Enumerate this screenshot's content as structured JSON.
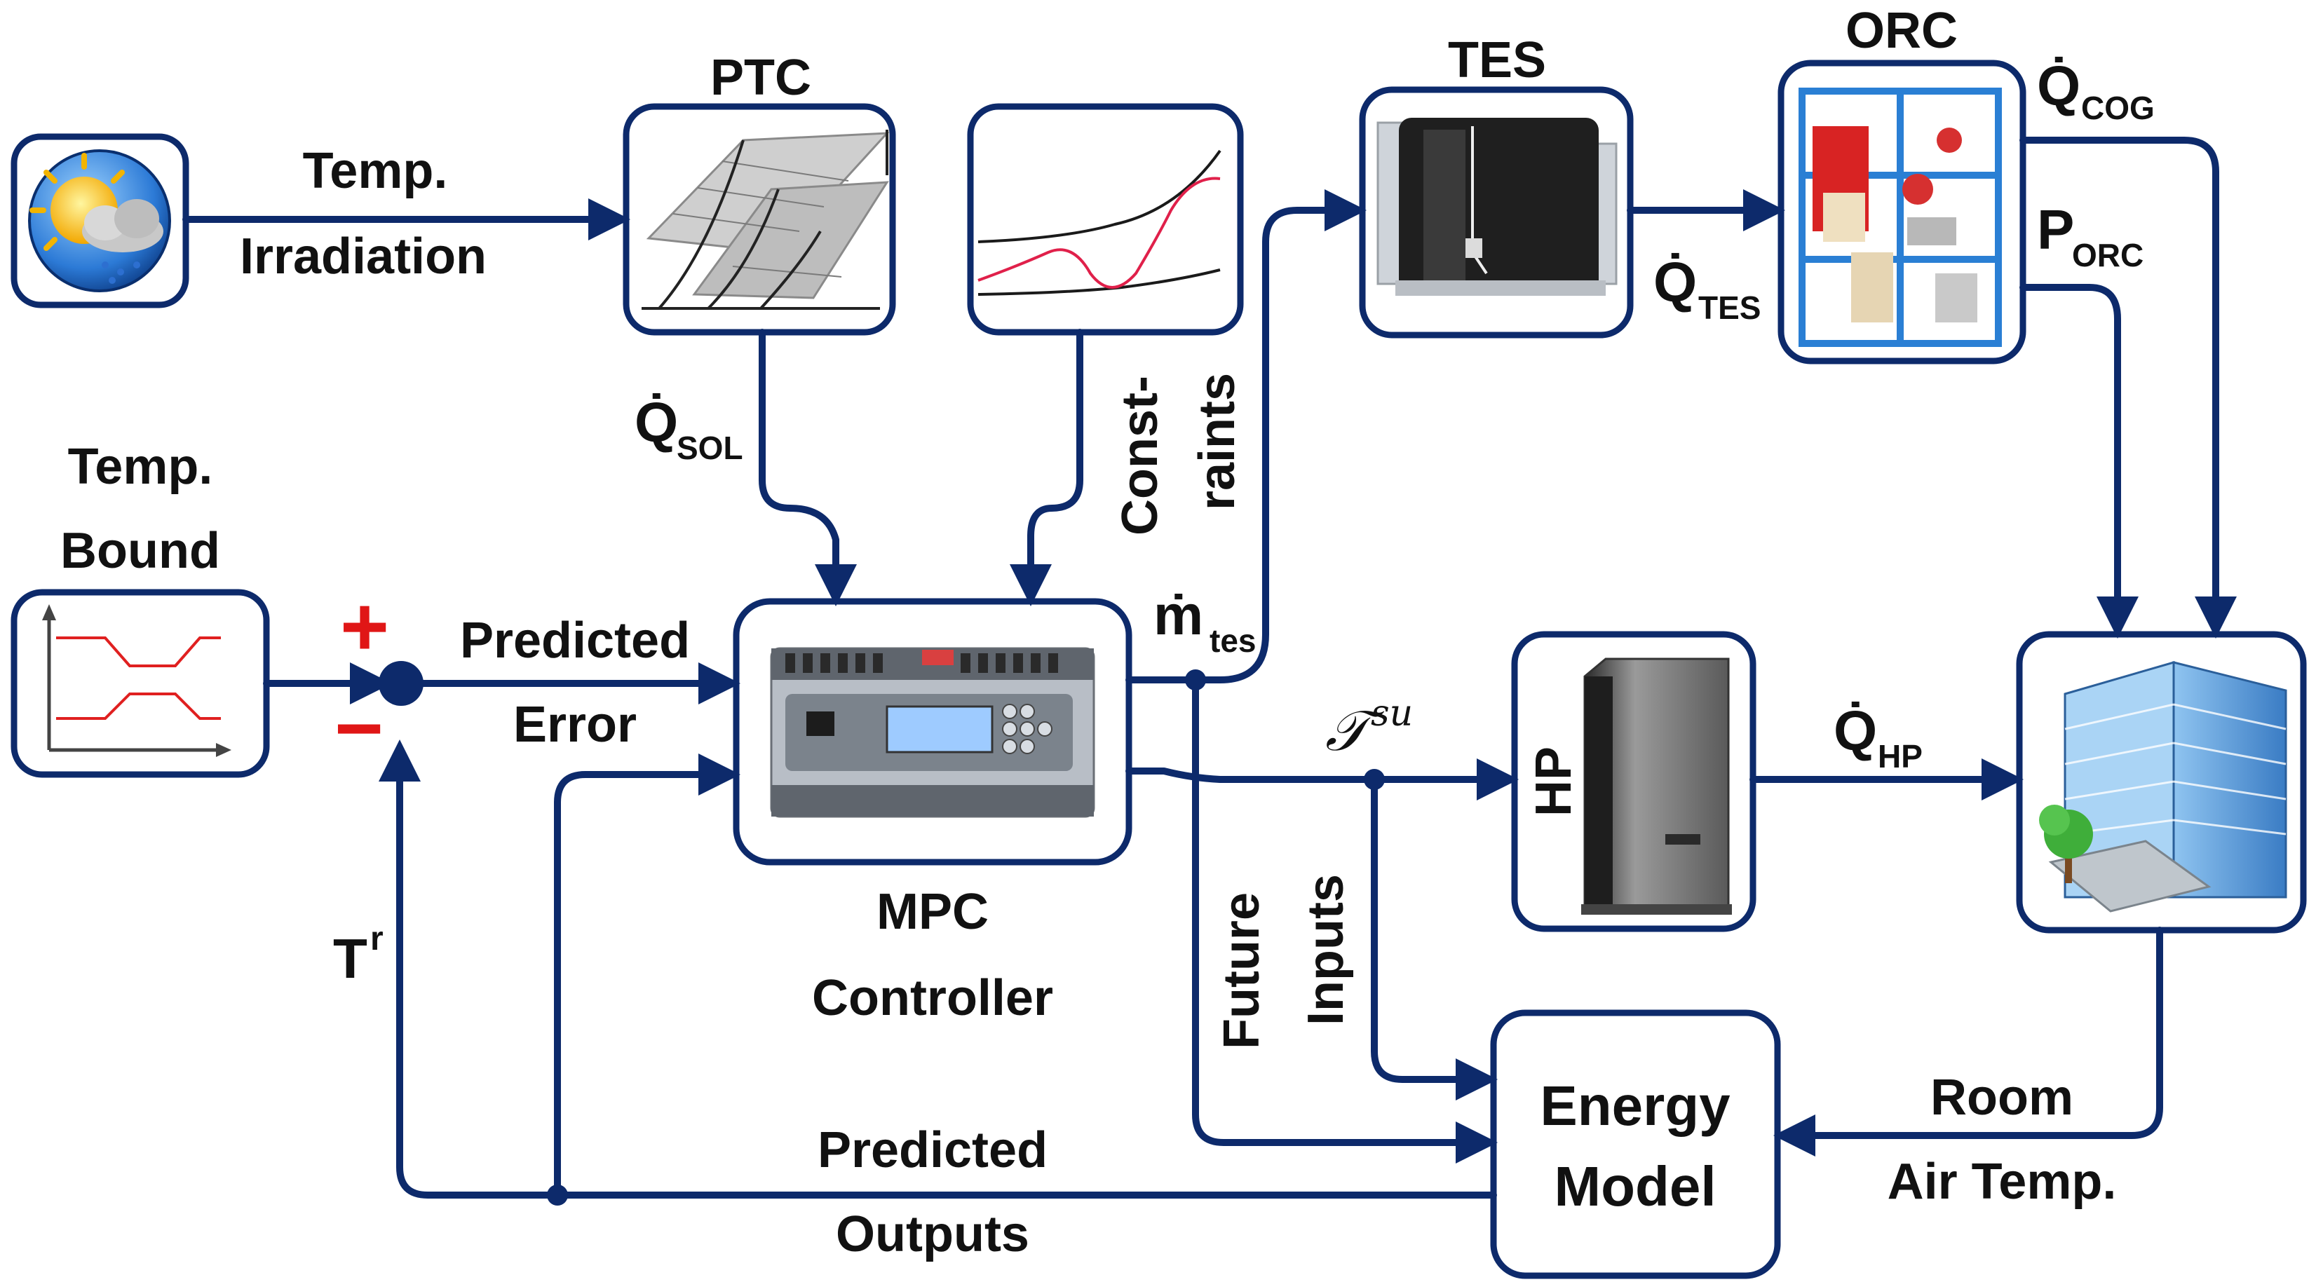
{
  "colors": {
    "line": "#0d2a6b",
    "sign": "#e01616",
    "text": "#111111"
  },
  "labels": {
    "ptc": "PTC",
    "tes": "TES",
    "orc": "ORC",
    "temp": "Temp.",
    "irradiation": "Irradiation",
    "temp_bound_1": "Temp.",
    "temp_bound_2": "Bound",
    "plus": "+",
    "minus": "−",
    "predicted": "Predicted",
    "error": "Error",
    "mpc_1": "MPC",
    "mpc_2": "Controller",
    "q_dot": "Q̇",
    "q_sol_sub": "SOL",
    "q_tes_sub": "TES",
    "q_cog_sub": "COG",
    "p": "P",
    "p_orc_sub": "ORC",
    "q_hp_sub": "HP",
    "m_dot": "ṁ",
    "m_tes_sub": "tes",
    "constraints_1": "Const-",
    "constraints_2": "raints",
    "t_su_base": "𝒯",
    "t_su_sup": "su",
    "hp": "HP",
    "future": "Future",
    "inputs": "Inputs",
    "t_r_base": "T",
    "t_r_sup": "r",
    "energy_1": "Energy",
    "energy_2": "Model",
    "room_1": "Room",
    "room_2": "Air Temp.",
    "predicted_out_1": "Predicted",
    "predicted_out_2": "Outputs"
  },
  "icons": [
    "weather-icon",
    "solar-collector-icon",
    "constraints-chart-icon",
    "tes-tank-icon",
    "orc-unit-icon",
    "temp-bound-chart-icon",
    "mpc-controller-icon",
    "heat-pump-icon",
    "building-icon"
  ]
}
